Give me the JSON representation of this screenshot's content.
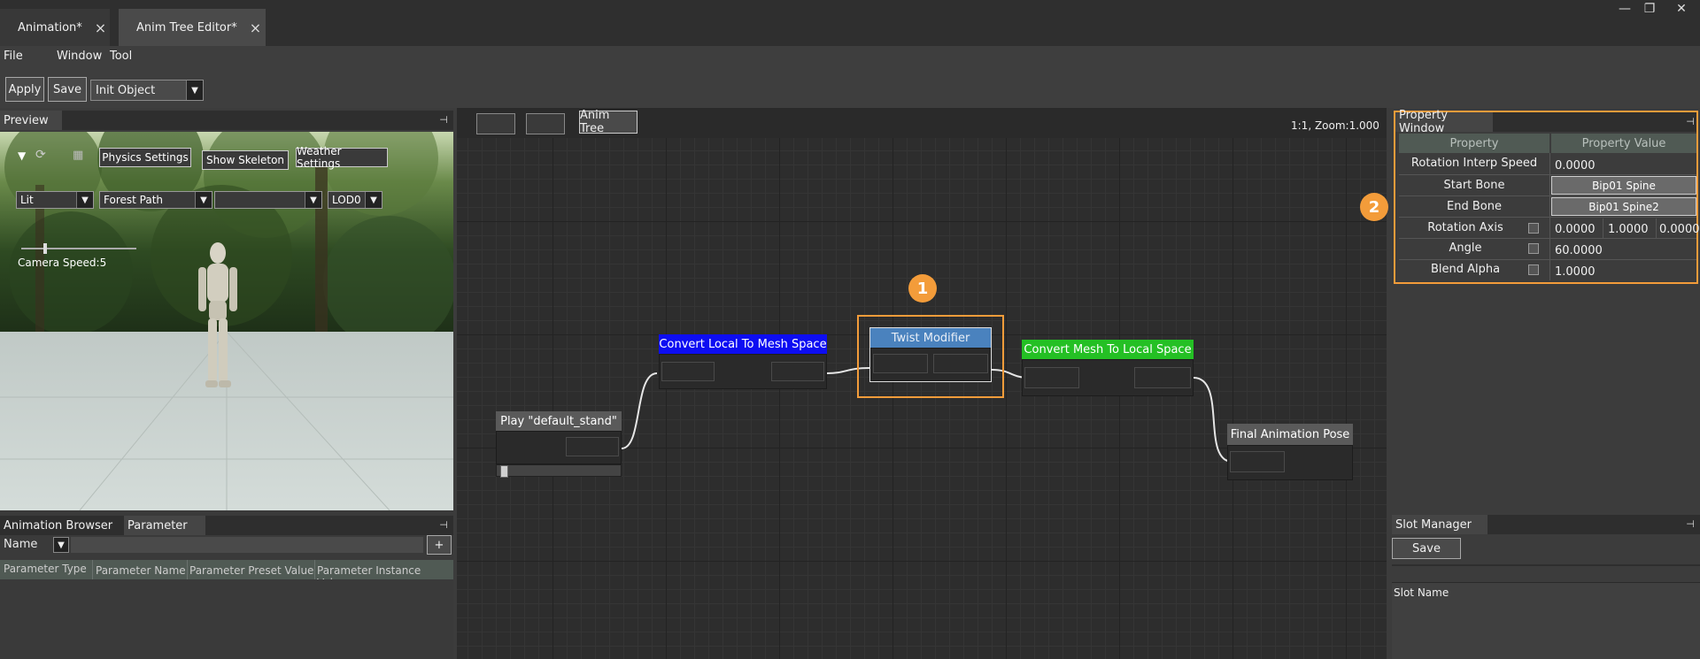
{
  "tabs": [
    {
      "label": "Animation*",
      "close": "×"
    },
    {
      "label": "Anim Tree Editor*",
      "close": "×"
    }
  ],
  "window_controls": {
    "minimize": "—",
    "restore": "❐",
    "close": "✕"
  },
  "menu": [
    "File",
    "Window",
    "Tool"
  ],
  "toolbar": {
    "apply": "Apply",
    "save": "Save",
    "object_combo": "Init Object"
  },
  "preview": {
    "panel_title": "Preview",
    "physics_settings": "Physics Settings",
    "show_skeleton": "Show Skeleton",
    "weather_settings": "Weather Settings",
    "combos": [
      "Lit",
      "Forest Path",
      "",
      "LOD0"
    ],
    "camera_speed": "Camera Speed:5",
    "camera_speed_level": 0.2
  },
  "anim_browser": {
    "tabs": [
      "Animation Browser",
      "Parameter"
    ],
    "name_label": "Name",
    "add": "+",
    "columns": [
      "Parameter Type",
      "Parameter Name",
      "Parameter Preset Value",
      "Parameter Instance Value"
    ]
  },
  "graph": {
    "tab_label": "Anim Tree",
    "zoom_text": "1:1, Zoom:1.000",
    "nodes": [
      {
        "title": "Play \"default_stand\"",
        "color": "#5a5a5a"
      },
      {
        "title": "Convert Local To Mesh Space",
        "color": "#0d0df2"
      },
      {
        "title": "Twist Modifier",
        "color": "#4a82be"
      },
      {
        "title": "Convert Mesh To Local Space",
        "color": "#24c024"
      },
      {
        "title": "Final Animation Pose",
        "color": "#5a5a5a"
      }
    ],
    "play_progress": 0.03
  },
  "property_window": {
    "title": "Property Window",
    "headers": [
      "Property",
      "Property Value"
    ],
    "rows": [
      {
        "label": "Rotation Interp Speed",
        "value": "0.0000"
      },
      {
        "label": "Start Bone",
        "value": "Bip01 Spine"
      },
      {
        "label": "End Bone",
        "value": "Bip01 Spine2"
      },
      {
        "label": "Rotation Axis",
        "values": [
          "0.0000",
          "1.0000",
          "0.0000"
        ]
      },
      {
        "label": "Angle",
        "value": "60.0000"
      },
      {
        "label": "Blend Alpha",
        "value": "1.0000"
      }
    ]
  },
  "slot_manager": {
    "title": "Slot Manager",
    "save": "Save",
    "slot_name": "Slot Name"
  },
  "callouts": [
    "1",
    "2"
  ],
  "accent_color": "#f39c3a"
}
